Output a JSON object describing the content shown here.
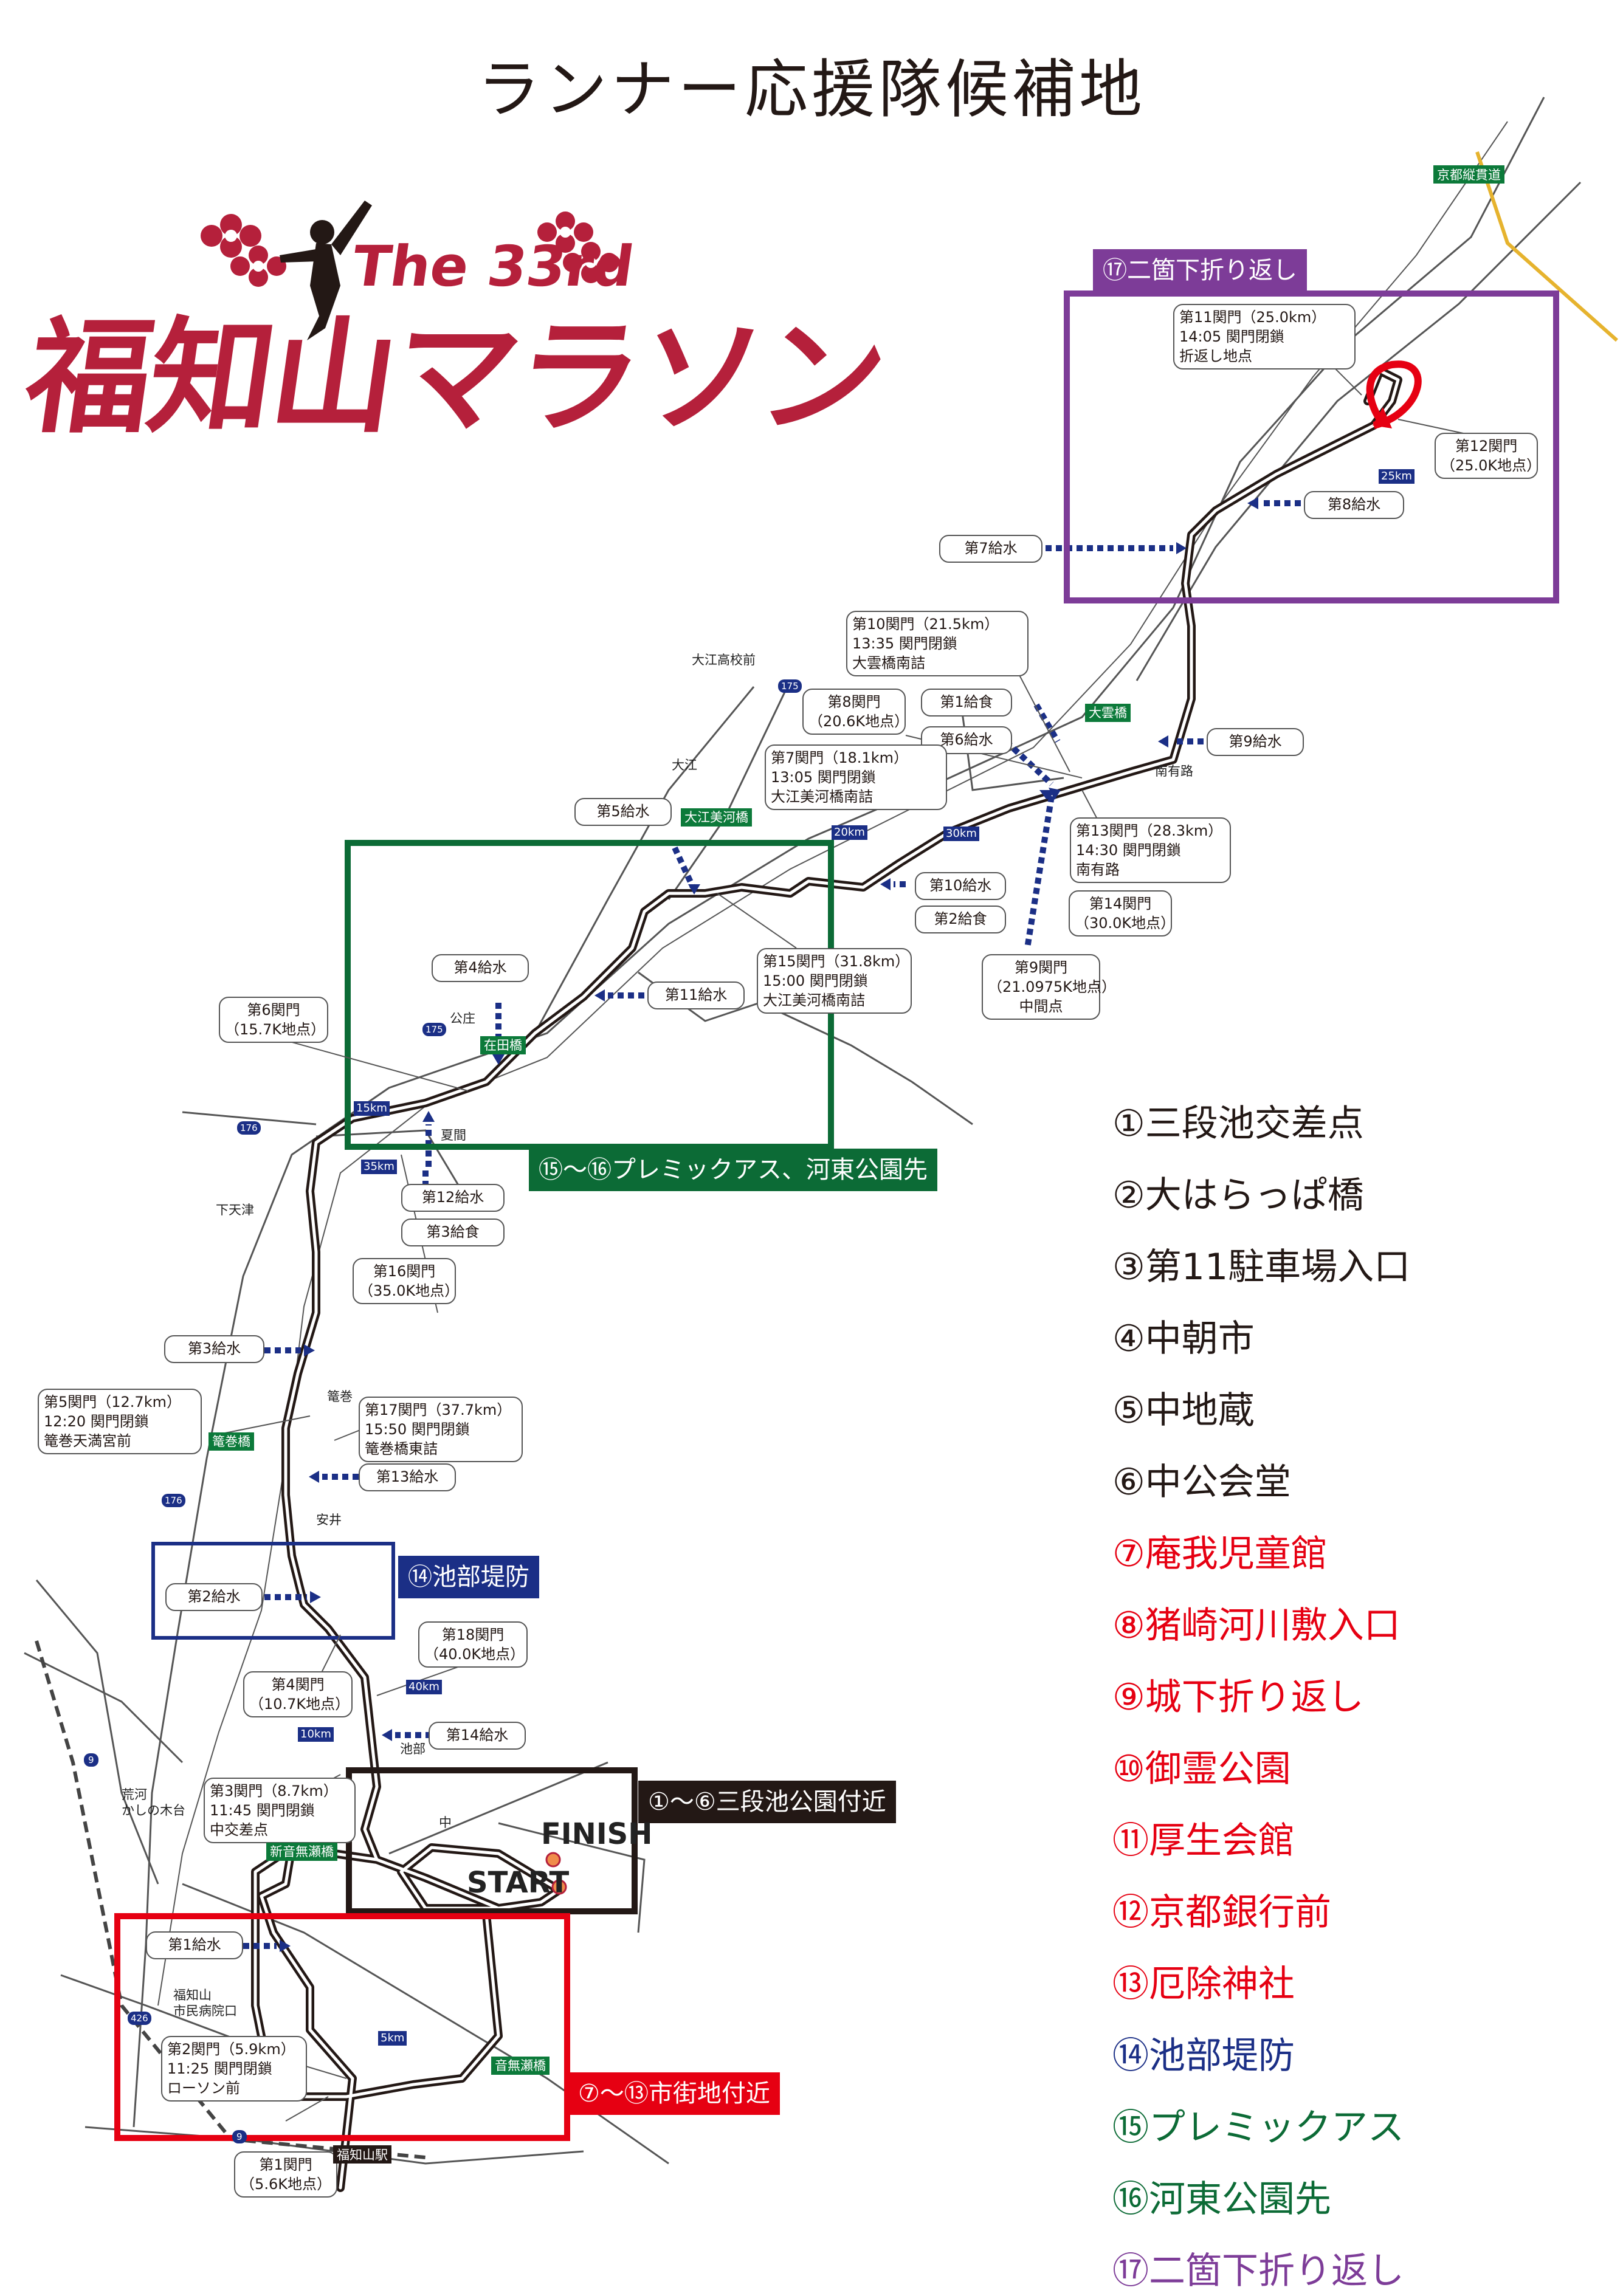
{
  "title": "ランナー応援隊候補地",
  "logo": {
    "edition": "The 33rd",
    "name": "福知山マラソン"
  },
  "colors": {
    "logo": "#b5203b",
    "black": "#231815",
    "red": "#e60012",
    "blue": "#1b2f86",
    "green": "#0c6b36",
    "purple": "#7d3c98",
    "route": "#231815"
  },
  "regions": [
    {
      "label": "⑰二箇下折り返し",
      "color": "#7d3c98"
    },
    {
      "label": "⑮〜⑯プレミックアス、河東公園先",
      "color": "#0c6b36"
    },
    {
      "label": "⑭池部堤防",
      "color": "#1b2f86"
    },
    {
      "label": "①〜⑥三段池公園付近",
      "color": "#231815"
    },
    {
      "label": "⑦〜⑬市街地付近",
      "color": "#e60012"
    }
  ],
  "points": [
    "第11関門（25.0km）\n14:05 関門閉鎖\n折返し地点",
    "第12関門\n（25.0K地点）",
    "第8給水",
    "第7給水",
    "第10関門（21.5km）\n13:35 関門閉鎖\n大雲橋南詰",
    "第8関門\n（20.6K地点）",
    "第1給食",
    "第6給水",
    "第7関門（18.1km）\n13:05 関門閉鎖\n大江美河橋南詰",
    "第9給水",
    "第5給水",
    "第13関門（28.3km）\n14:30 関門閉鎖\n南有路",
    "第10給水",
    "第2給食",
    "第14関門\n（30.0K地点）",
    "第4給水",
    "第15関門（31.8km）\n15:00 関門閉鎖\n大江美河橋南詰",
    "第11給水",
    "第9関門\n（21.0975K地点）\n中間点",
    "第6関門\n（15.7K地点）",
    "第12給水",
    "第3給食",
    "第16関門\n（35.0K地点）",
    "第3給水",
    "第5関門（12.7km）\n12:20 関門閉鎖\n篭巻天満宮前",
    "第17関門（37.7km）\n15:50 関門閉鎖\n篭巻橋東詰",
    "第13給水",
    "第2給水",
    "第18関門\n（40.0K地点）",
    "第4関門\n（10.7K地点）",
    "第14給水",
    "第3関門（8.7km）\n11:45 関門閉鎖\n中交差点",
    "第1給水",
    "第2関門（5.9km）\n11:25 関門閉鎖\nローソン前",
    "第1関門\n（5.6K地点）"
  ],
  "places": [
    "京都縦貫道",
    "大江高校前",
    "大江",
    "南有路",
    "公庄",
    "夏間",
    "下天津",
    "篭巻",
    "安井",
    "池部",
    "荒河\nかしの木台",
    "中",
    "福知山\n市民病院口",
    "福知山駅"
  ],
  "bridges": [
    "大雲橋",
    "大江美河橋",
    "在田橋",
    "篭巻橋",
    "新音無瀬橋",
    "音無瀬橋"
  ],
  "km_markers": [
    "25km",
    "20km",
    "30km",
    "15km",
    "35km",
    "40km",
    "10km",
    "5km"
  ],
  "road_numbers": [
    "175",
    "175",
    "176",
    "176",
    "9",
    "9",
    "426"
  ],
  "finish": "FINISH",
  "start": "START",
  "legend": [
    {
      "label": "①三段池交差点",
      "color": "#231815"
    },
    {
      "label": "②大はらっぱ橋",
      "color": "#231815"
    },
    {
      "label": "③第11駐車場入口",
      "color": "#231815"
    },
    {
      "label": "④中朝市",
      "color": "#231815"
    },
    {
      "label": "⑤中地蔵",
      "color": "#231815"
    },
    {
      "label": "⑥中公会堂",
      "color": "#231815"
    },
    {
      "label": "⑦庵我児童館",
      "color": "#e60012"
    },
    {
      "label": "⑧猪崎河川敷入口",
      "color": "#e60012"
    },
    {
      "label": "⑨城下折り返し",
      "color": "#e60012"
    },
    {
      "label": "⑩御霊公園",
      "color": "#e60012"
    },
    {
      "label": "⑪厚生会館",
      "color": "#e60012"
    },
    {
      "label": "⑫京都銀行前",
      "color": "#e60012"
    },
    {
      "label": "⑬厄除神社",
      "color": "#e60012"
    },
    {
      "label": "⑭池部堤防",
      "color": "#1b2f86"
    },
    {
      "label": "⑮プレミックアス",
      "color": "#0c6b36"
    },
    {
      "label": "⑯河東公園先",
      "color": "#0c6b36"
    },
    {
      "label": "⑰二箇下折り返し",
      "color": "#7d3c98"
    }
  ]
}
